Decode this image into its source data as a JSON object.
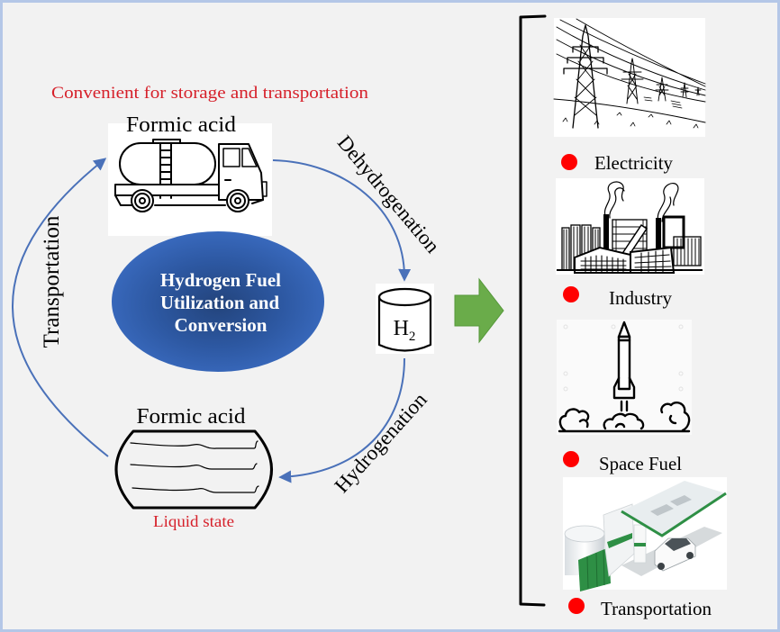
{
  "header_note": "Convenient for storage and transportation",
  "cycle": {
    "top_node": {
      "label": "Formic acid",
      "icon": "tanker-truck-icon"
    },
    "center_node": {
      "lines": [
        "Hydrogen Fuel",
        "Utilization and",
        "Conversion"
      ],
      "shape": "ellipse"
    },
    "h2_node": {
      "symbol": "H",
      "subscript": "2",
      "icon": "gas-cylinder-icon"
    },
    "bottom_node": {
      "label": "Formic acid",
      "state": "Liquid state",
      "icon": "liquid-tank-icon"
    },
    "arrows": {
      "dehydrogenation": "Dehydrogenation",
      "hydrogenation": "Hydrogenation",
      "transportation": "Transportation"
    }
  },
  "output_arrow": {
    "icon": "right-arrow-icon"
  },
  "applications": [
    {
      "label": "Electricity",
      "icon": "power-lines-icon",
      "bullet": "red-dot"
    },
    {
      "label": "Industry",
      "icon": "factory-icon",
      "bullet": "red-dot"
    },
    {
      "label": "Space Fuel",
      "icon": "rocket-launch-icon",
      "bullet": "red-dot"
    },
    {
      "label": "Transportation",
      "icon": "hydrogen-station-icon",
      "bullet": "red-dot"
    }
  ],
  "colors": {
    "background": "#f2f2f2",
    "frame_border": "#b4c7e7",
    "flow_arrow": "#4a71b9",
    "note_text": "#d6202a",
    "bullet": "#ff0000",
    "center_ellipse": "#2f5aa5",
    "output_arrow": "#6aac4a"
  }
}
